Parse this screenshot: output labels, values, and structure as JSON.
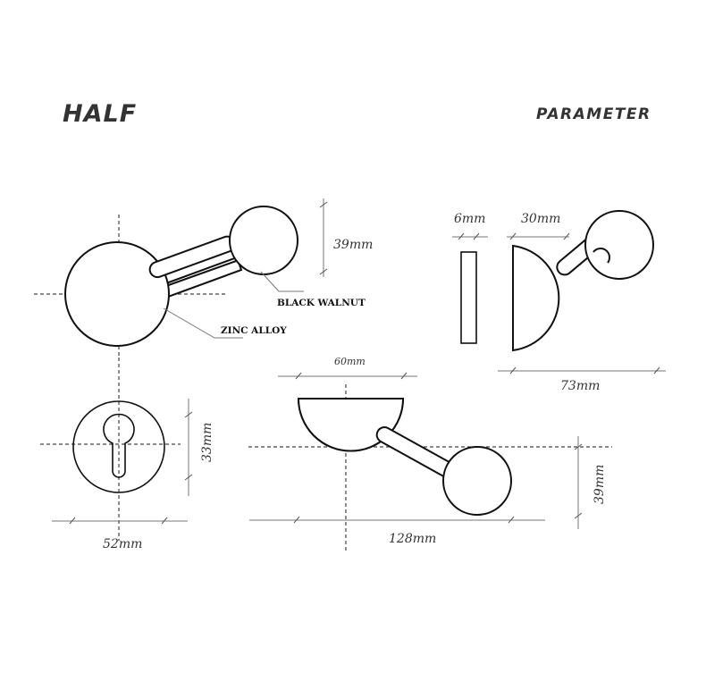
{
  "titles": {
    "left": "HALF",
    "right": "PARAMETER"
  },
  "labels": {
    "material_knob": "BLACK WALNUT",
    "material_rose": "ZINC ALLOY"
  },
  "dimensions": {
    "front_knob_diameter": "39mm",
    "side_plate_thickness": "6mm",
    "side_half_depth": "30mm",
    "side_total_depth": "73mm",
    "top_half_width": "60mm",
    "top_total_length": "128mm",
    "top_knob_diameter": "39mm",
    "escutcheon_diameter": "52mm",
    "escutcheon_keyhole_height": "33mm"
  },
  "colors": {
    "line": "#111111",
    "title": "#333333",
    "dimension_line": "#777777"
  }
}
